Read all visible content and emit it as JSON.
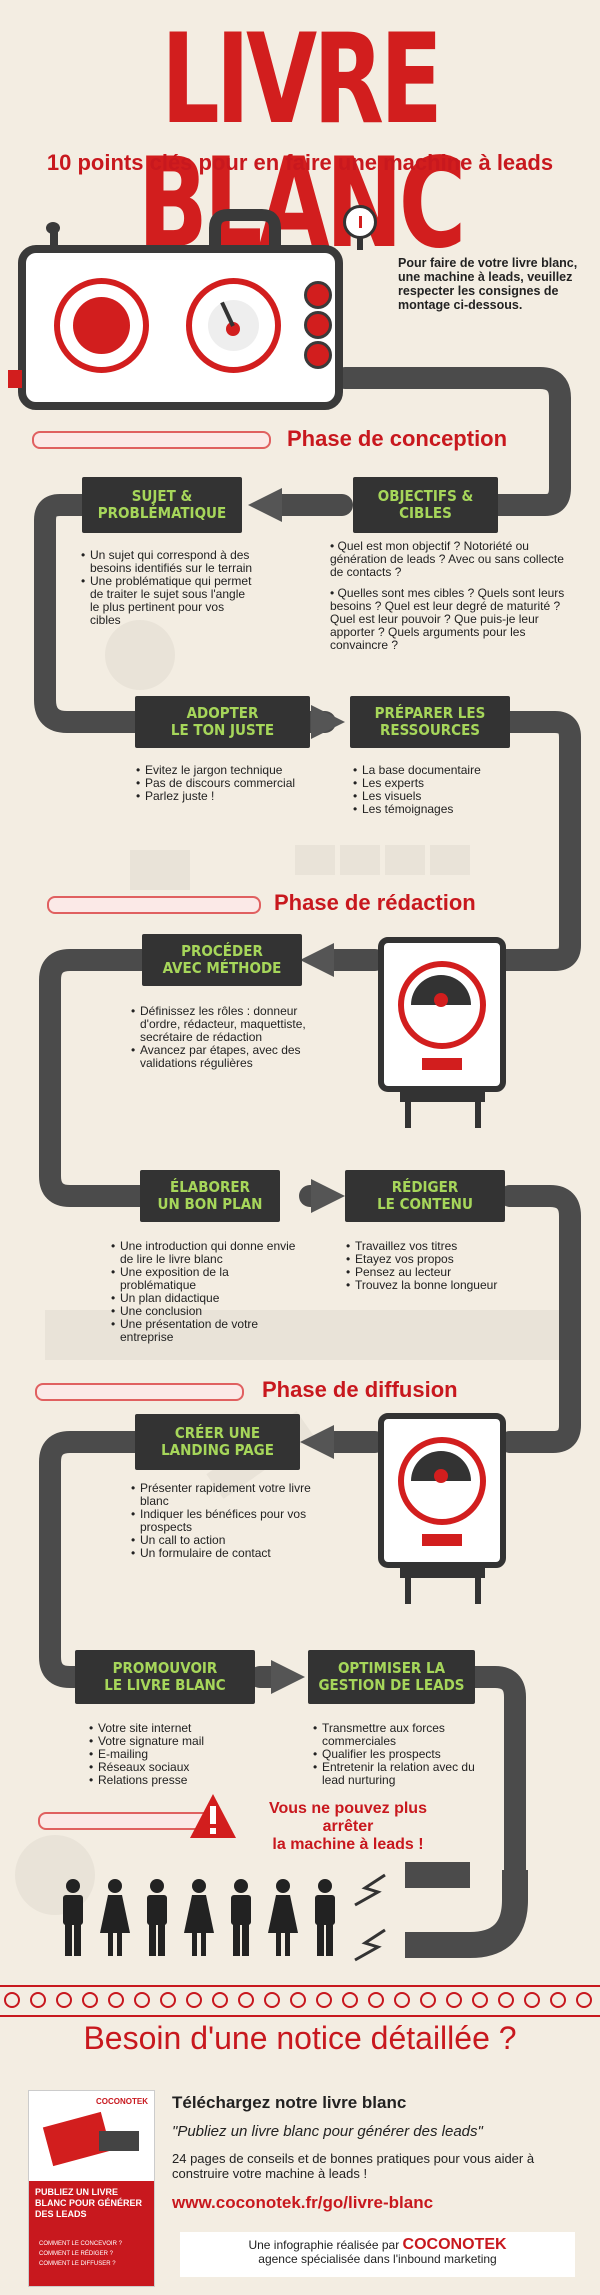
{
  "header": {
    "title": "LIVRE BLANC",
    "subtitle": "10 points clés pour en faire une machine à leads"
  },
  "intro": "Pour faire de votre livre blanc, une machine à leads, veuillez respecter les consignes de montage ci-dessous.",
  "phases": {
    "conception": "Phase de conception",
    "redaction": "Phase de rédaction",
    "diffusion": "Phase de diffusion"
  },
  "steps": {
    "objectifs": {
      "line1": "OBJECTIFS &",
      "line2": "CIBLES",
      "p1": "• Quel est mon objectif ? Notoriété ou génération de leads ? Avec ou sans collecte de contacts ?",
      "p2": "• Quelles sont mes cibles ? Quels sont leurs besoins ? Quel est leur degré de maturité ? Quel est leur pouvoir ? Que puis-je leur apporter ? Quels arguments pour les convaincre ?"
    },
    "sujet": {
      "line1": "SUJET &",
      "line2": "PROBLÉMATIQUE",
      "items": [
        "Un sujet qui correspond à des besoins identifiés sur le terrain",
        "Une problématique qui permet de traiter le sujet sous l'angle le plus pertinent pour vos cibles"
      ]
    },
    "ton": {
      "line1": "ADOPTER",
      "line2": "LE TON JUSTE",
      "items": [
        "Evitez le jargon technique",
        "Pas de discours commercial",
        "Parlez juste !"
      ]
    },
    "ressources": {
      "line1": "PRÉPARER LES",
      "line2": "RESSOURCES",
      "items": [
        "La base documentaire",
        "Les experts",
        "Les visuels",
        "Les témoignages"
      ]
    },
    "methode": {
      "line1": "PROCÉDER",
      "line2": "AVEC MÉTHODE",
      "items": [
        "Définissez les rôles : donneur d'ordre, rédacteur, maquettiste, secrétaire de rédaction",
        "Avancez par étapes, avec des validations régulières"
      ]
    },
    "plan": {
      "line1": "ÉLABORER",
      "line2": "UN BON PLAN",
      "items": [
        "Une introduction qui donne envie de lire le livre blanc",
        "Une exposition de la problématique",
        "Un plan didactique",
        "Une conclusion",
        "Une présentation de votre entreprise"
      ]
    },
    "contenu": {
      "line1": "RÉDIGER",
      "line2": "LE CONTENU",
      "items": [
        "Travaillez vos titres",
        "Etayez vos propos",
        "Pensez au lecteur",
        "Trouvez la bonne longueur"
      ]
    },
    "landing": {
      "line1": "CRÉER UNE",
      "line2": "LANDING PAGE",
      "items": [
        "Présenter rapidement votre livre blanc",
        "Indiquer les bénéfices pour vos prospects",
        "Un call to action",
        "Un formulaire de contact"
      ]
    },
    "promouvoir": {
      "line1": "PROMOUVOIR",
      "line2": "LE LIVRE BLANC",
      "items": [
        "Votre site internet",
        "Votre signature mail",
        "E-mailing",
        "Réseaux sociaux",
        "Relations presse"
      ]
    },
    "optimiser": {
      "line1": "OPTIMISER LA",
      "line2": "GESTION DE LEADS",
      "items": [
        "Transmettre aux forces commerciales",
        "Qualifier les prospects",
        "Entretenir la relation avec du lead nurturing"
      ]
    }
  },
  "warning": {
    "line1": "Vous ne pouvez plus arrêter",
    "line2": "la machine à leads !"
  },
  "footer": {
    "headline": "Besoin d'une notice détaillée ?",
    "download_title": "Téléchargez notre livre blanc",
    "book_quote": "\"Publiez un livre blanc pour générer des leads\"",
    "description": "24 pages de conseils et de bonnes pratiques pour vous aider à construire votre machine à leads !",
    "url": "www.coconotek.fr/go/livre-blanc",
    "credit_prefix": "Une infographie réalisée par",
    "brand": "COCONOTEK",
    "credit_suffix": "agence spécialisée dans l'inbound marketing",
    "book_brand": "COCONOTEK",
    "book_title": "PUBLIEZ UN LIVRE BLANC POUR GÉNÉRER DES LEADS",
    "book_items": [
      "COMMENT LE CONCEVOIR ?",
      "COMMENT LE RÉDIGER ?",
      "COMMENT LE DIFFUSER ?"
    ]
  },
  "colors": {
    "accent_red": "#c8181e",
    "box_bg": "#333333",
    "box_text": "#a6d65a",
    "background": "#f3ede2"
  }
}
